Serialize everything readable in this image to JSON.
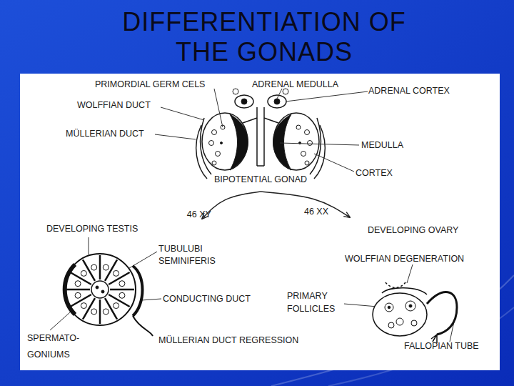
{
  "diagram": {
    "title": "DIFFERENTIATION OF THE GONADS",
    "nodes": [
      {
        "text": [
          "BIPOTENTIAL GONAD"
        ]
      },
      {
        "text": [
          "DEVELOPING TESTIS"
        ]
      },
      {
        "text": [
          "DEVELOPING OVARY"
        ]
      }
    ],
    "edges": [
      {
        "from": 0,
        "to": 1,
        "label": "46 XY",
        "arrow": "to"
      },
      {
        "from": 0,
        "to": 2,
        "label": "46 XX",
        "arrow": "to"
      }
    ],
    "labels": [
      "PRIMORDIAL GERM CELS",
      "ADRENAL MEDULLA",
      "ADRENAL CORTEX",
      "WOLFFIAN DUCT",
      "MÜLLERIAN DUCT",
      "MEDULLA",
      "CORTEX",
      "TUBULUBI SEMINIFERIS",
      "CONDUCTING DUCT",
      "SPERMATO- GONIUMS",
      "WOLFFIAN DEGENERATION",
      "PRIMARY FOLLICLES",
      "MÜLLERIAN DUCT REGRESSION",
      "FALLOPIAN TUBE"
    ]
  }
}
